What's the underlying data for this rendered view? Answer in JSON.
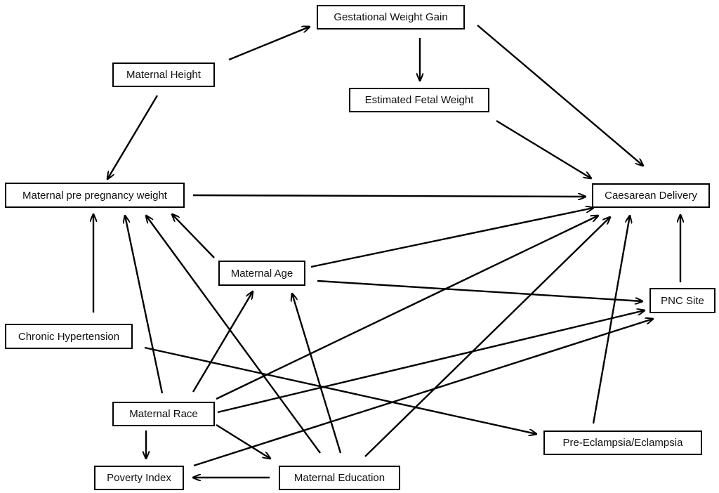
{
  "nodes": {
    "gestational_weight_gain": "Gestational Weight Gain",
    "maternal_height": "Maternal Height",
    "estimated_fetal_weight": "Estimated Fetal Weight",
    "maternal_pre_pregnancy_weight": "Maternal pre pregnancy weight",
    "caesarean_delivery": "Caesarean Delivery",
    "maternal_age": "Maternal Age",
    "pnc_site": "PNC Site",
    "chronic_hypertension": "Chronic Hypertension",
    "maternal_race": "Maternal Race",
    "pre_eclampsia": "Pre-Eclampsia/Eclampsia",
    "poverty_index": "Poverty Index",
    "maternal_education": "Maternal Education"
  },
  "edges": [
    {
      "from": "maternal_height",
      "to": "gestational_weight_gain"
    },
    {
      "from": "maternal_height",
      "to": "maternal_pre_pregnancy_weight"
    },
    {
      "from": "gestational_weight_gain",
      "to": "estimated_fetal_weight"
    },
    {
      "from": "gestational_weight_gain",
      "to": "caesarean_delivery"
    },
    {
      "from": "estimated_fetal_weight",
      "to": "caesarean_delivery"
    },
    {
      "from": "maternal_pre_pregnancy_weight",
      "to": "caesarean_delivery"
    },
    {
      "from": "maternal_age",
      "to": "maternal_pre_pregnancy_weight"
    },
    {
      "from": "maternal_age",
      "to": "caesarean_delivery"
    },
    {
      "from": "maternal_age",
      "to": "pnc_site"
    },
    {
      "from": "pnc_site",
      "to": "caesarean_delivery"
    },
    {
      "from": "chronic_hypertension",
      "to": "maternal_pre_pregnancy_weight"
    },
    {
      "from": "chronic_hypertension",
      "to": "pre_eclampsia"
    },
    {
      "from": "maternal_race",
      "to": "maternal_pre_pregnancy_weight"
    },
    {
      "from": "maternal_race",
      "to": "maternal_age"
    },
    {
      "from": "maternal_race",
      "to": "caesarean_delivery"
    },
    {
      "from": "maternal_race",
      "to": "pnc_site"
    },
    {
      "from": "maternal_race",
      "to": "poverty_index"
    },
    {
      "from": "maternal_race",
      "to": "maternal_education"
    },
    {
      "from": "maternal_education",
      "to": "maternal_pre_pregnancy_weight"
    },
    {
      "from": "maternal_education",
      "to": "maternal_age"
    },
    {
      "from": "maternal_education",
      "to": "caesarean_delivery"
    },
    {
      "from": "maternal_education",
      "to": "poverty_index"
    },
    {
      "from": "poverty_index",
      "to": "pnc_site"
    },
    {
      "from": "pre_eclampsia",
      "to": "caesarean_delivery"
    }
  ]
}
